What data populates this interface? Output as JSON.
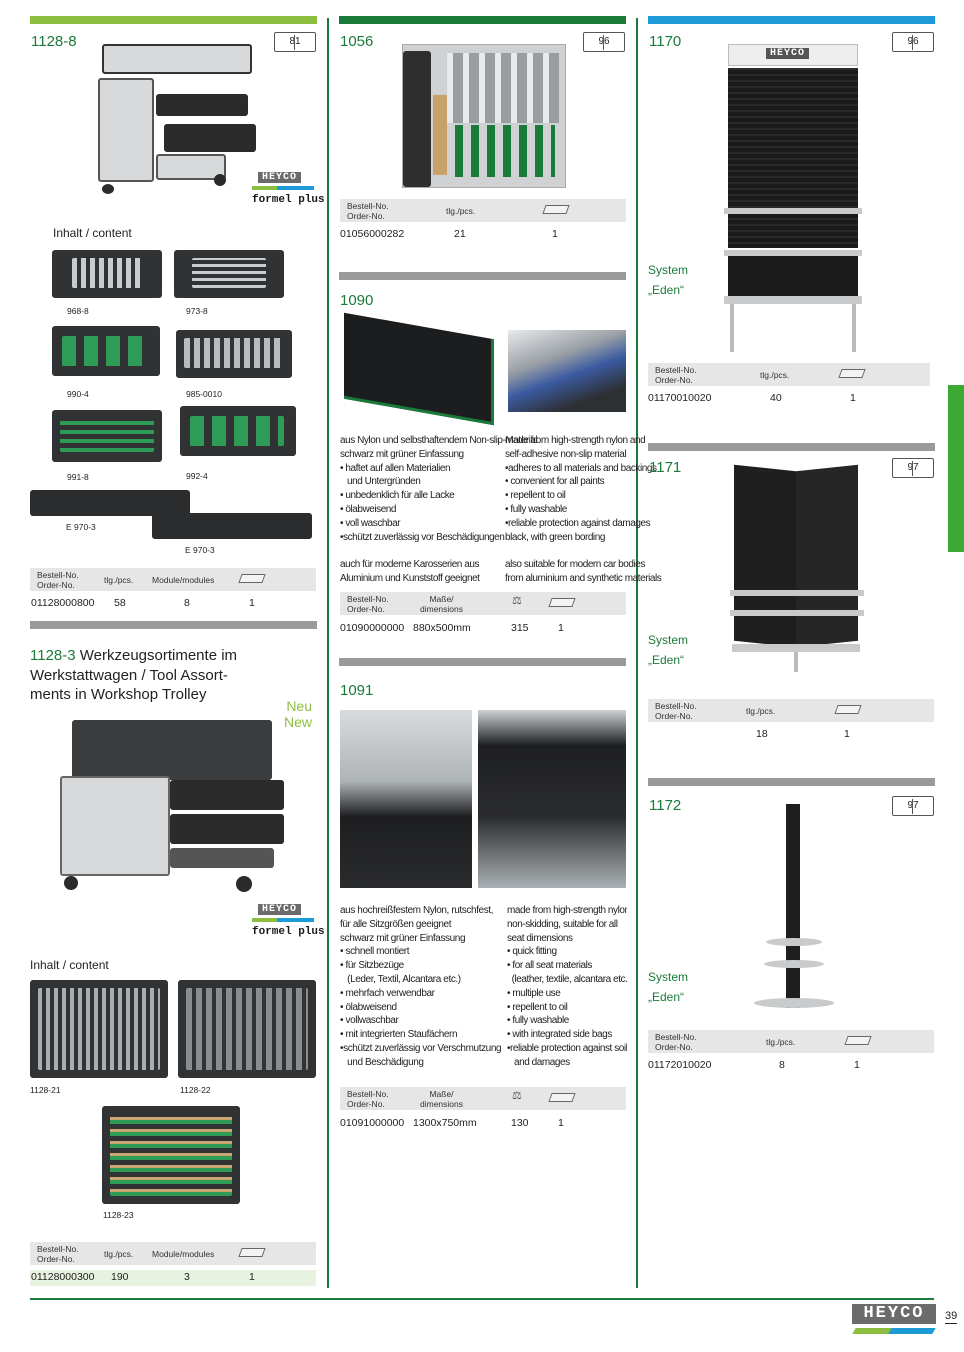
{
  "page_number": "39",
  "brand": "HEYCO",
  "formel": "formel plus",
  "colors": {
    "green": "#1a7a3a",
    "light_green": "#8cbf3f",
    "blue": "#1e9ad6",
    "gray": "#9a9a9a"
  },
  "col1": {
    "p1": {
      "code": "1128-8",
      "book": "81",
      "inhalt": "Inhalt / content",
      "trays": [
        "968-8",
        "973-8",
        "990-4",
        "985-0010",
        "991-8",
        "992-4",
        "E 970-3",
        "E 970-3"
      ],
      "headers": {
        "order": "Bestell-No.\nOrder-No.",
        "qty": "tlg./pcs.",
        "mod": "Module/modules"
      },
      "row": {
        "order": "01128000800",
        "qty": "58",
        "mod": "8",
        "pack": "1"
      }
    },
    "p2": {
      "code": "1128-3",
      "title_rest": " Werkzeugsortimente im",
      "title2": "Werkstattwagen / Tool Assort-",
      "title3": "ments in Workshop Trolley",
      "neu": "Neu",
      "new": "New",
      "inhalt": "Inhalt / content",
      "trays": [
        "1128-21",
        "1128-22",
        "1128-23"
      ],
      "headers": {
        "order": "Bestell-No.\nOrder-No.",
        "qty": "tlg./pcs.",
        "mod": "Module/modules"
      },
      "row": {
        "order": "01128000300",
        "qty": "190",
        "mod": "3",
        "pack": "1"
      }
    }
  },
  "col2": {
    "p1": {
      "code": "1056",
      "book": "96",
      "headers": {
        "order": "Bestell-No.\nOrder-No.",
        "qty": "tlg./pcs."
      },
      "row": {
        "order": "01056000282",
        "qty": "21",
        "pack": "1"
      }
    },
    "p2": {
      "code": "1090",
      "de": "aus Nylon und selbsthaftendem Non-slip-Material\nschwarz mit grüner Einfassung\n• haftet auf allen Materialien\n   und Untergründen\n• unbedenklich für alle Lacke\n• ölabweisend\n• voll waschbar\n•schützt zuverlässig vor Beschädigungen\n\nauch für moderne Karosserien aus\nAluminium und Kunststoff geeignet",
      "en": "made from high-strength nylon and\nself-adhesive non-slip material\n•adheres to all materials and backings\n• convenient for all paints\n• repellent to oil\n• fully washable\n•reliable protection against damages\nblack, with green bording\n\nalso suitable for modern car bodies\nfrom aluminium and synthetic materials",
      "headers": {
        "order": "Bestell-No.\nOrder-No.",
        "dims": "Maße/\ndimensions"
      },
      "row": {
        "order": "01090000000",
        "dims": "880x500mm",
        "weight": "315",
        "pack": "1"
      }
    },
    "p3": {
      "code": "1091",
      "de": "aus hochreißfestem Nylon, rutschfest,\nfür alle Sitzgrößen geeignet\nschwarz mit grüner Einfassung\n• schnell montiert\n• für Sitzbezüge\n   (Leder, Textil, Alcantara etc.)\n• mehrfach verwendbar\n• ölabweisend\n• vollwaschbar\n• mit integrierten Staufächern\n•schützt zuverlässig vor Verschmutzung\n   und Beschädigung",
      "en": "made from high-strength nylon\nnon-skidding, suitable for all\nseat dimensions\n• quick fitting\n• for all seat materials\n  (leather, textile, alcantara etc.)\n• multiple use\n• repellent to oil\n• fully washable\n• with integrated side bags\n•reliable protection against soiling\n   and damages",
      "headers": {
        "order": "Bestell-No.\nOrder-No.",
        "dims": "Maße/\ndimensions"
      },
      "row": {
        "order": "01091000000",
        "dims": "1300x750mm",
        "weight": "130",
        "pack": "1"
      }
    }
  },
  "col3": {
    "p1": {
      "code": "1170",
      "book": "96",
      "system": "System\n„Eden“",
      "headers": {
        "order": "Bestell-No.\nOrder-No.",
        "qty": "tlg./pcs."
      },
      "row": {
        "order": "01170010020",
        "qty": "40",
        "pack": "1"
      }
    },
    "p2": {
      "code": "1171",
      "book": "97",
      "system": "System\n„Eden“",
      "headers": {
        "order": "Bestell-No.\nOrder-No.",
        "qty": "tlg./pcs."
      },
      "row": {
        "order": "",
        "qty": "18",
        "pack": "1"
      }
    },
    "p3": {
      "code": "1172",
      "book": "97",
      "system": "System\n„Eden“",
      "headers": {
        "order": "Bestell-No.\nOrder-No.",
        "qty": "tlg./pcs."
      },
      "row": {
        "order": "01172010020",
        "qty": "8",
        "pack": "1"
      }
    }
  }
}
